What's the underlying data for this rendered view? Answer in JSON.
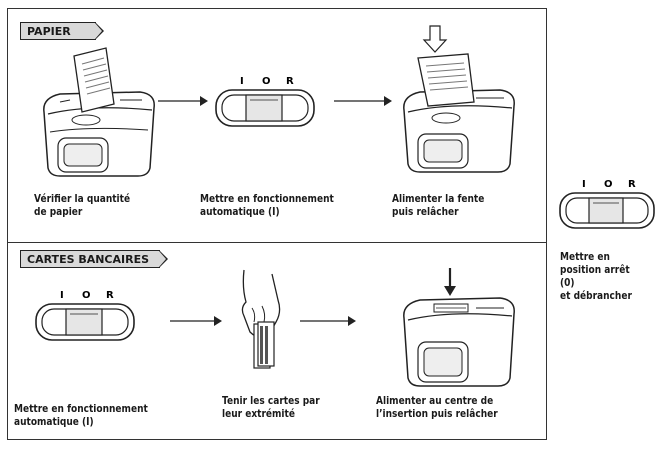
{
  "sections": {
    "paper": {
      "title": "PAPIER"
    },
    "cards": {
      "title": "CARTES BANCAIRES"
    }
  },
  "switch_labels": {
    "i": "I",
    "o": "O",
    "r": "R"
  },
  "paper_steps": [
    {
      "caption": "Vérifier la quantité\nde papier"
    },
    {
      "caption": "Mettre en fonctionnement\nautomatique (I)"
    },
    {
      "caption": "Alimenter la fente\npuis relâcher"
    }
  ],
  "card_steps": [
    {
      "caption": "Mettre en fonctionnement\nautomatique (I)"
    },
    {
      "caption": "Tenir les cartes par\nleur extrémité"
    },
    {
      "caption": "Alimenter au centre de\nl’insertion puis relâcher"
    }
  ],
  "final_step": {
    "caption": "Mettre en\nposition arrêt (0)\net débrancher"
  }
}
